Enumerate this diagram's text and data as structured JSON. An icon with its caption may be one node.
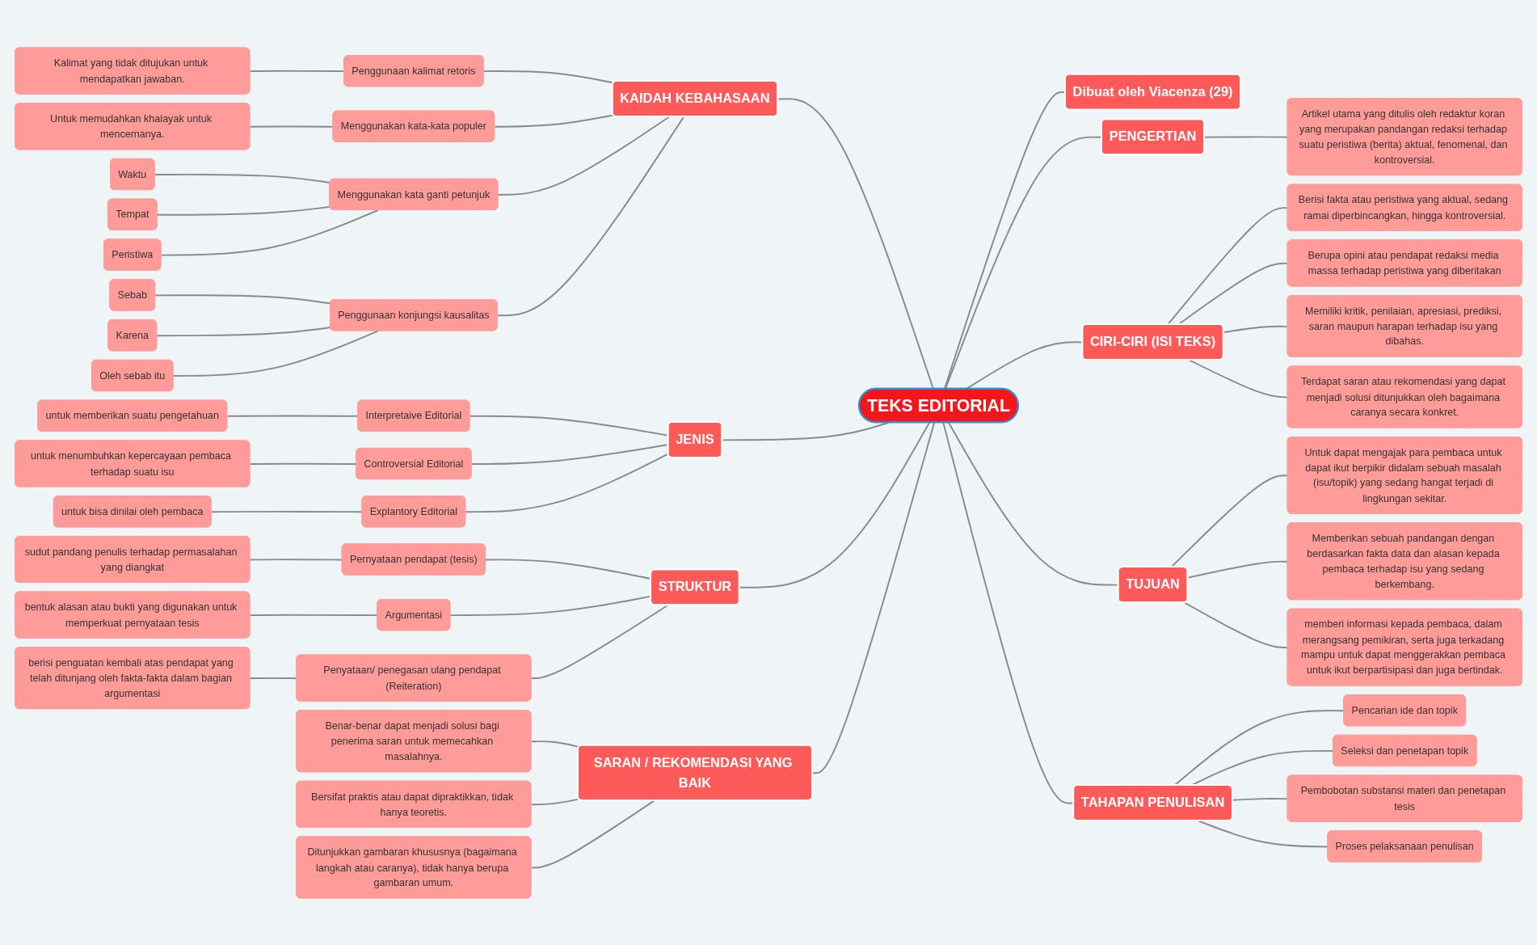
{
  "diagram": {
    "nodes": [
      {
        "text": [
          "TEKS EDITORIAL"
        ]
      },
      {
        "text": [
          "KAIDAH KEBAHASAAN"
        ]
      },
      {
        "text": [
          "Penggunaan kalimat retoris"
        ]
      },
      {
        "text": [
          "Kalimat yang tidak ditujukan untuk mendapatkan jawaban."
        ]
      },
      {
        "text": [
          "Menggunakan kata-kata populer"
        ]
      },
      {
        "text": [
          "Untuk memudahkan khalayak untuk mencernanya."
        ]
      },
      {
        "text": [
          "Menggunakan kata ganti petunjuk"
        ]
      },
      {
        "text": [
          "Waktu"
        ]
      },
      {
        "text": [
          "Tempat"
        ]
      },
      {
        "text": [
          "Peristiwa"
        ]
      },
      {
        "text": [
          "Penggunaan konjungsi kausalitas"
        ]
      },
      {
        "text": [
          "Sebab"
        ]
      },
      {
        "text": [
          "Karena"
        ]
      },
      {
        "text": [
          "Oleh sebab itu"
        ]
      },
      {
        "text": [
          "JENIS"
        ]
      },
      {
        "text": [
          "Interpretaive Editorial"
        ]
      },
      {
        "text": [
          "untuk memberikan suatu pengetahuan"
        ]
      },
      {
        "text": [
          "Controversial Editorial"
        ]
      },
      {
        "text": [
          "untuk menumbuhkan kepercayaan pembaca terhadap suatu isu"
        ]
      },
      {
        "text": [
          "Explantory Editorial"
        ]
      },
      {
        "text": [
          "untuk bisa dinilai oleh pembaca"
        ]
      },
      {
        "text": [
          "STRUKTUR"
        ]
      },
      {
        "text": [
          "Pernyataan pendapat (tesis)"
        ]
      },
      {
        "text": [
          "sudut pandang penulis terhadap permasalahan yang diangkat"
        ]
      },
      {
        "text": [
          "Argumentasi"
        ]
      },
      {
        "text": [
          "bentuk alasan atau bukti yang digunakan untuk memperkuat pernyataan tesis"
        ]
      },
      {
        "text": [
          "Penyataan/ penegasan ulang pendapat (Reiteration)"
        ]
      },
      {
        "text": [
          "berisi penguatan kembali atas pendapat yang telah ditunjang oleh fakta-fakta dalam bagian argumentasi"
        ]
      },
      {
        "text": [
          "SARAN / REKOMENDASI YANG BAIK"
        ]
      },
      {
        "text": [
          "Benar-benar dapat menjadi solusi bagi penerima saran untuk memecahkan masalahnya."
        ]
      },
      {
        "text": [
          "Bersifat praktis atau dapat dipraktikkan, tidak hanya teoretis."
        ]
      },
      {
        "text": [
          "Ditunjukkan gambaran khususnya (bagaimana langkah atau caranya), tidak hanya berupa gambaran umum."
        ]
      },
      {
        "text": [
          "Dibuat oleh Viacenza (29)"
        ]
      },
      {
        "text": [
          "PENGERTIAN"
        ]
      },
      {
        "text": [
          "Artikel utama yang ditulis oleh redaktur koran yang merupakan pandangan redaksi terhadap suatu peristiwa (berita) aktual, fenomenal, dan kontroversial."
        ]
      },
      {
        "text": [
          "CIRI-CIRI (ISI TEKS)"
        ]
      },
      {
        "text": [
          "Berisi fakta atau peristiwa yang aktual, sedang ramai diperbincangkan, hingga kontroversial."
        ]
      },
      {
        "text": [
          "Berupa opini atau pendapat redaksi media massa terhadap peristiwa yang diberitakan"
        ]
      },
      {
        "text": [
          "Memiliki kritik, penilaian, apresiasi, prediksi, saran maupun harapan terhadap isu yang dibahas."
        ]
      },
      {
        "text": [
          "Terdapat saran atau rekomendasi yang dapat menjadi solusi ditunjukkan oleh bagaimana caranya secara konkret."
        ]
      },
      {
        "text": [
          "TUJUAN"
        ]
      },
      {
        "text": [
          "Untuk dapat mengajak para pembaca untuk dapat ikut berpikir didalam sebuah masalah (isu/topik) yang sedang hangat terjadi di lingkungan sekitar."
        ]
      },
      {
        "text": [
          "Memberikan sebuah pandangan dengan berdasarkan fakta data dan alasan kepada pembaca terhadap isu yang sedang berkembang."
        ]
      },
      {
        "text": [
          "memberi informasi kepada pembaca, dalam merangsang pemikiran, serta juga terkadang mampu untuk dapat menggerakkan pembaca untuk ikut berpartisipasi dan juga bertindak."
        ]
      },
      {
        "text": [
          "TAHAPAN PENULISAN"
        ]
      },
      {
        "text": [
          "Pencarian ide dan topik"
        ]
      },
      {
        "text": [
          "Seleksi dan penetapan topik"
        ]
      },
      {
        "text": [
          "Pembobotan substansi materi dan penetapan tesis"
        ]
      },
      {
        "text": [
          "Proses pelaksanaan penulisan"
        ]
      }
    ],
    "edges": [
      {
        "from": 3,
        "to": 2,
        "arrow": "none"
      },
      {
        "from": 2,
        "to": 1,
        "arrow": "none"
      },
      {
        "from": 5,
        "to": 4,
        "arrow": "none"
      },
      {
        "from": 4,
        "to": 1,
        "arrow": "none"
      },
      {
        "from": 7,
        "to": 6,
        "arrow": "none"
      },
      {
        "from": 8,
        "to": 6,
        "arrow": "none"
      },
      {
        "from": 9,
        "to": 6,
        "arrow": "none"
      },
      {
        "from": 6,
        "to": 1,
        "arrow": "none"
      },
      {
        "from": 11,
        "to": 10,
        "arrow": "none"
      },
      {
        "from": 12,
        "to": 10,
        "arrow": "none"
      },
      {
        "from": 13,
        "to": 10,
        "arrow": "none"
      },
      {
        "from": 10,
        "to": 1,
        "arrow": "none"
      },
      {
        "from": 1,
        "to": 0,
        "arrow": "none"
      },
      {
        "from": 16,
        "to": 15,
        "arrow": "none"
      },
      {
        "from": 15,
        "to": 14,
        "arrow": "none"
      },
      {
        "from": 18,
        "to": 17,
        "arrow": "none"
      },
      {
        "from": 17,
        "to": 14,
        "arrow": "none"
      },
      {
        "from": 20,
        "to": 19,
        "arrow": "none"
      },
      {
        "from": 19,
        "to": 14,
        "arrow": "none"
      },
      {
        "from": 14,
        "to": 0,
        "arrow": "none"
      },
      {
        "from": 23,
        "to": 22,
        "arrow": "none"
      },
      {
        "from": 22,
        "to": 21,
        "arrow": "none"
      },
      {
        "from": 25,
        "to": 24,
        "arrow": "none"
      },
      {
        "from": 24,
        "to": 21,
        "arrow": "none"
      },
      {
        "from": 27,
        "to": 26,
        "arrow": "none"
      },
      {
        "from": 26,
        "to": 21,
        "arrow": "none"
      },
      {
        "from": 21,
        "to": 0,
        "arrow": "none"
      },
      {
        "from": 29,
        "to": 28,
        "arrow": "none"
      },
      {
        "from": 30,
        "to": 28,
        "arrow": "none"
      },
      {
        "from": 31,
        "to": 28,
        "arrow": "none"
      },
      {
        "from": 28,
        "to": 0,
        "arrow": "none"
      },
      {
        "from": 0,
        "to": 32,
        "arrow": "none"
      },
      {
        "from": 0,
        "to": 33,
        "arrow": "none"
      },
      {
        "from": 33,
        "to": 34,
        "arrow": "none"
      },
      {
        "from": 0,
        "to": 35,
        "arrow": "none"
      },
      {
        "from": 35,
        "to": 36,
        "arrow": "none"
      },
      {
        "from": 35,
        "to": 37,
        "arrow": "none"
      },
      {
        "from": 35,
        "to": 38,
        "arrow": "none"
      },
      {
        "from": 35,
        "to": 39,
        "arrow": "none"
      },
      {
        "from": 0,
        "to": 40,
        "arrow": "none"
      },
      {
        "from": 40,
        "to": 41,
        "arrow": "none"
      },
      {
        "from": 40,
        "to": 42,
        "arrow": "none"
      },
      {
        "from": 40,
        "to": 43,
        "arrow": "none"
      },
      {
        "from": 0,
        "to": 44,
        "arrow": "none"
      },
      {
        "from": 44,
        "to": 45,
        "arrow": "none"
      },
      {
        "from": 44,
        "to": 46,
        "arrow": "none"
      },
      {
        "from": 44,
        "to": 47,
        "arrow": "none"
      },
      {
        "from": 44,
        "to": 48,
        "arrow": "none"
      }
    ]
  }
}
